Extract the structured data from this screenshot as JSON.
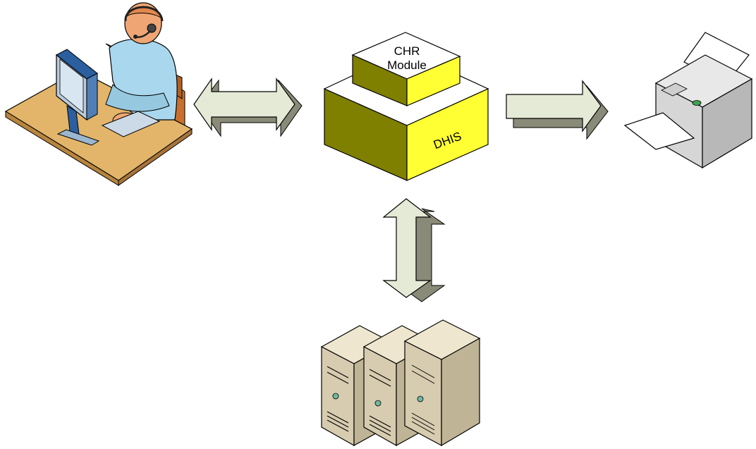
{
  "diagram": {
    "module": {
      "top_label_line1": "CHR",
      "top_label_line2": "Module",
      "base_label": "DHIS"
    },
    "colors": {
      "yellow_face": "#ffff33",
      "olive_face": "#7f7f00",
      "white_face": "#ffffff",
      "arrow_face": "#e4ead6",
      "arrow_shadow": "#8a8a78",
      "outline": "#000000"
    },
    "icons": {
      "operator": "call-center-agent-icon",
      "printer": "printer-icon",
      "servers": "server-cluster-icon"
    },
    "connections": [
      {
        "from": "operator",
        "to": "module",
        "direction": "bidirectional"
      },
      {
        "from": "module",
        "to": "printer",
        "direction": "one-way"
      },
      {
        "from": "module",
        "to": "servers",
        "direction": "bidirectional"
      }
    ]
  }
}
